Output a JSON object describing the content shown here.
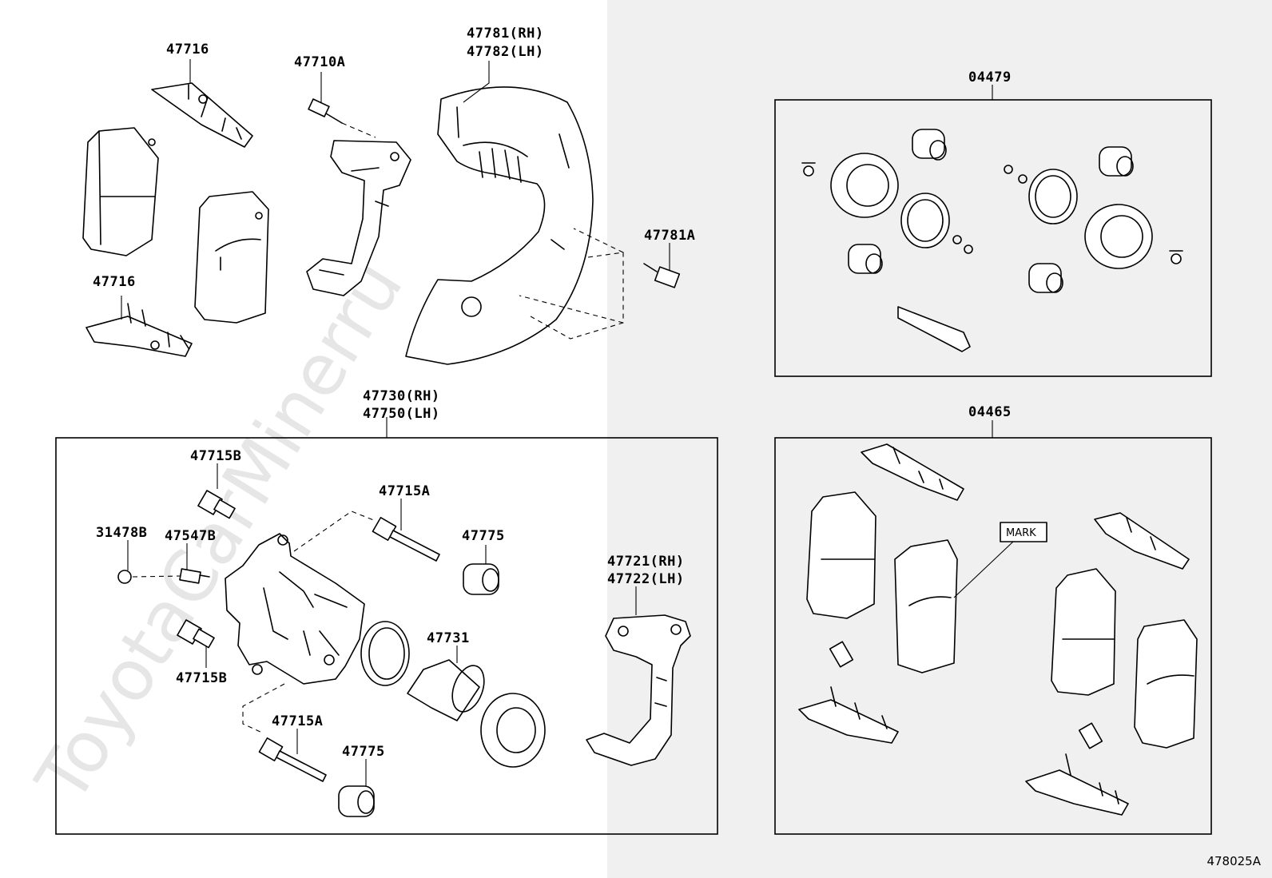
{
  "watermark": "ToyotaCarMinerru",
  "figure_code": "478025A",
  "mark_label": "MARK",
  "labels": {
    "p47716_top": "47716",
    "p47716_mid": "47716",
    "p47710A": "47710A",
    "p47781_rh": "47781(RH)",
    "p47782_lh": "47782(LH)",
    "p47781A": "47781A",
    "p04479": "04479",
    "p47730_rh": "47730(RH)",
    "p47750_lh": "47750(LH)",
    "p47715B_top": "47715B",
    "p47715A_top": "47715A",
    "p31478B": "31478B",
    "p47547B": "47547B",
    "p47775_top": "47775",
    "p47721_rh": "47721(RH)",
    "p47722_lh": "47722(LH)",
    "p47731": "47731",
    "p47715B_bot": "47715B",
    "p47715A_bot": "47715A",
    "p47775_bot": "47775",
    "p04465": "04465"
  }
}
